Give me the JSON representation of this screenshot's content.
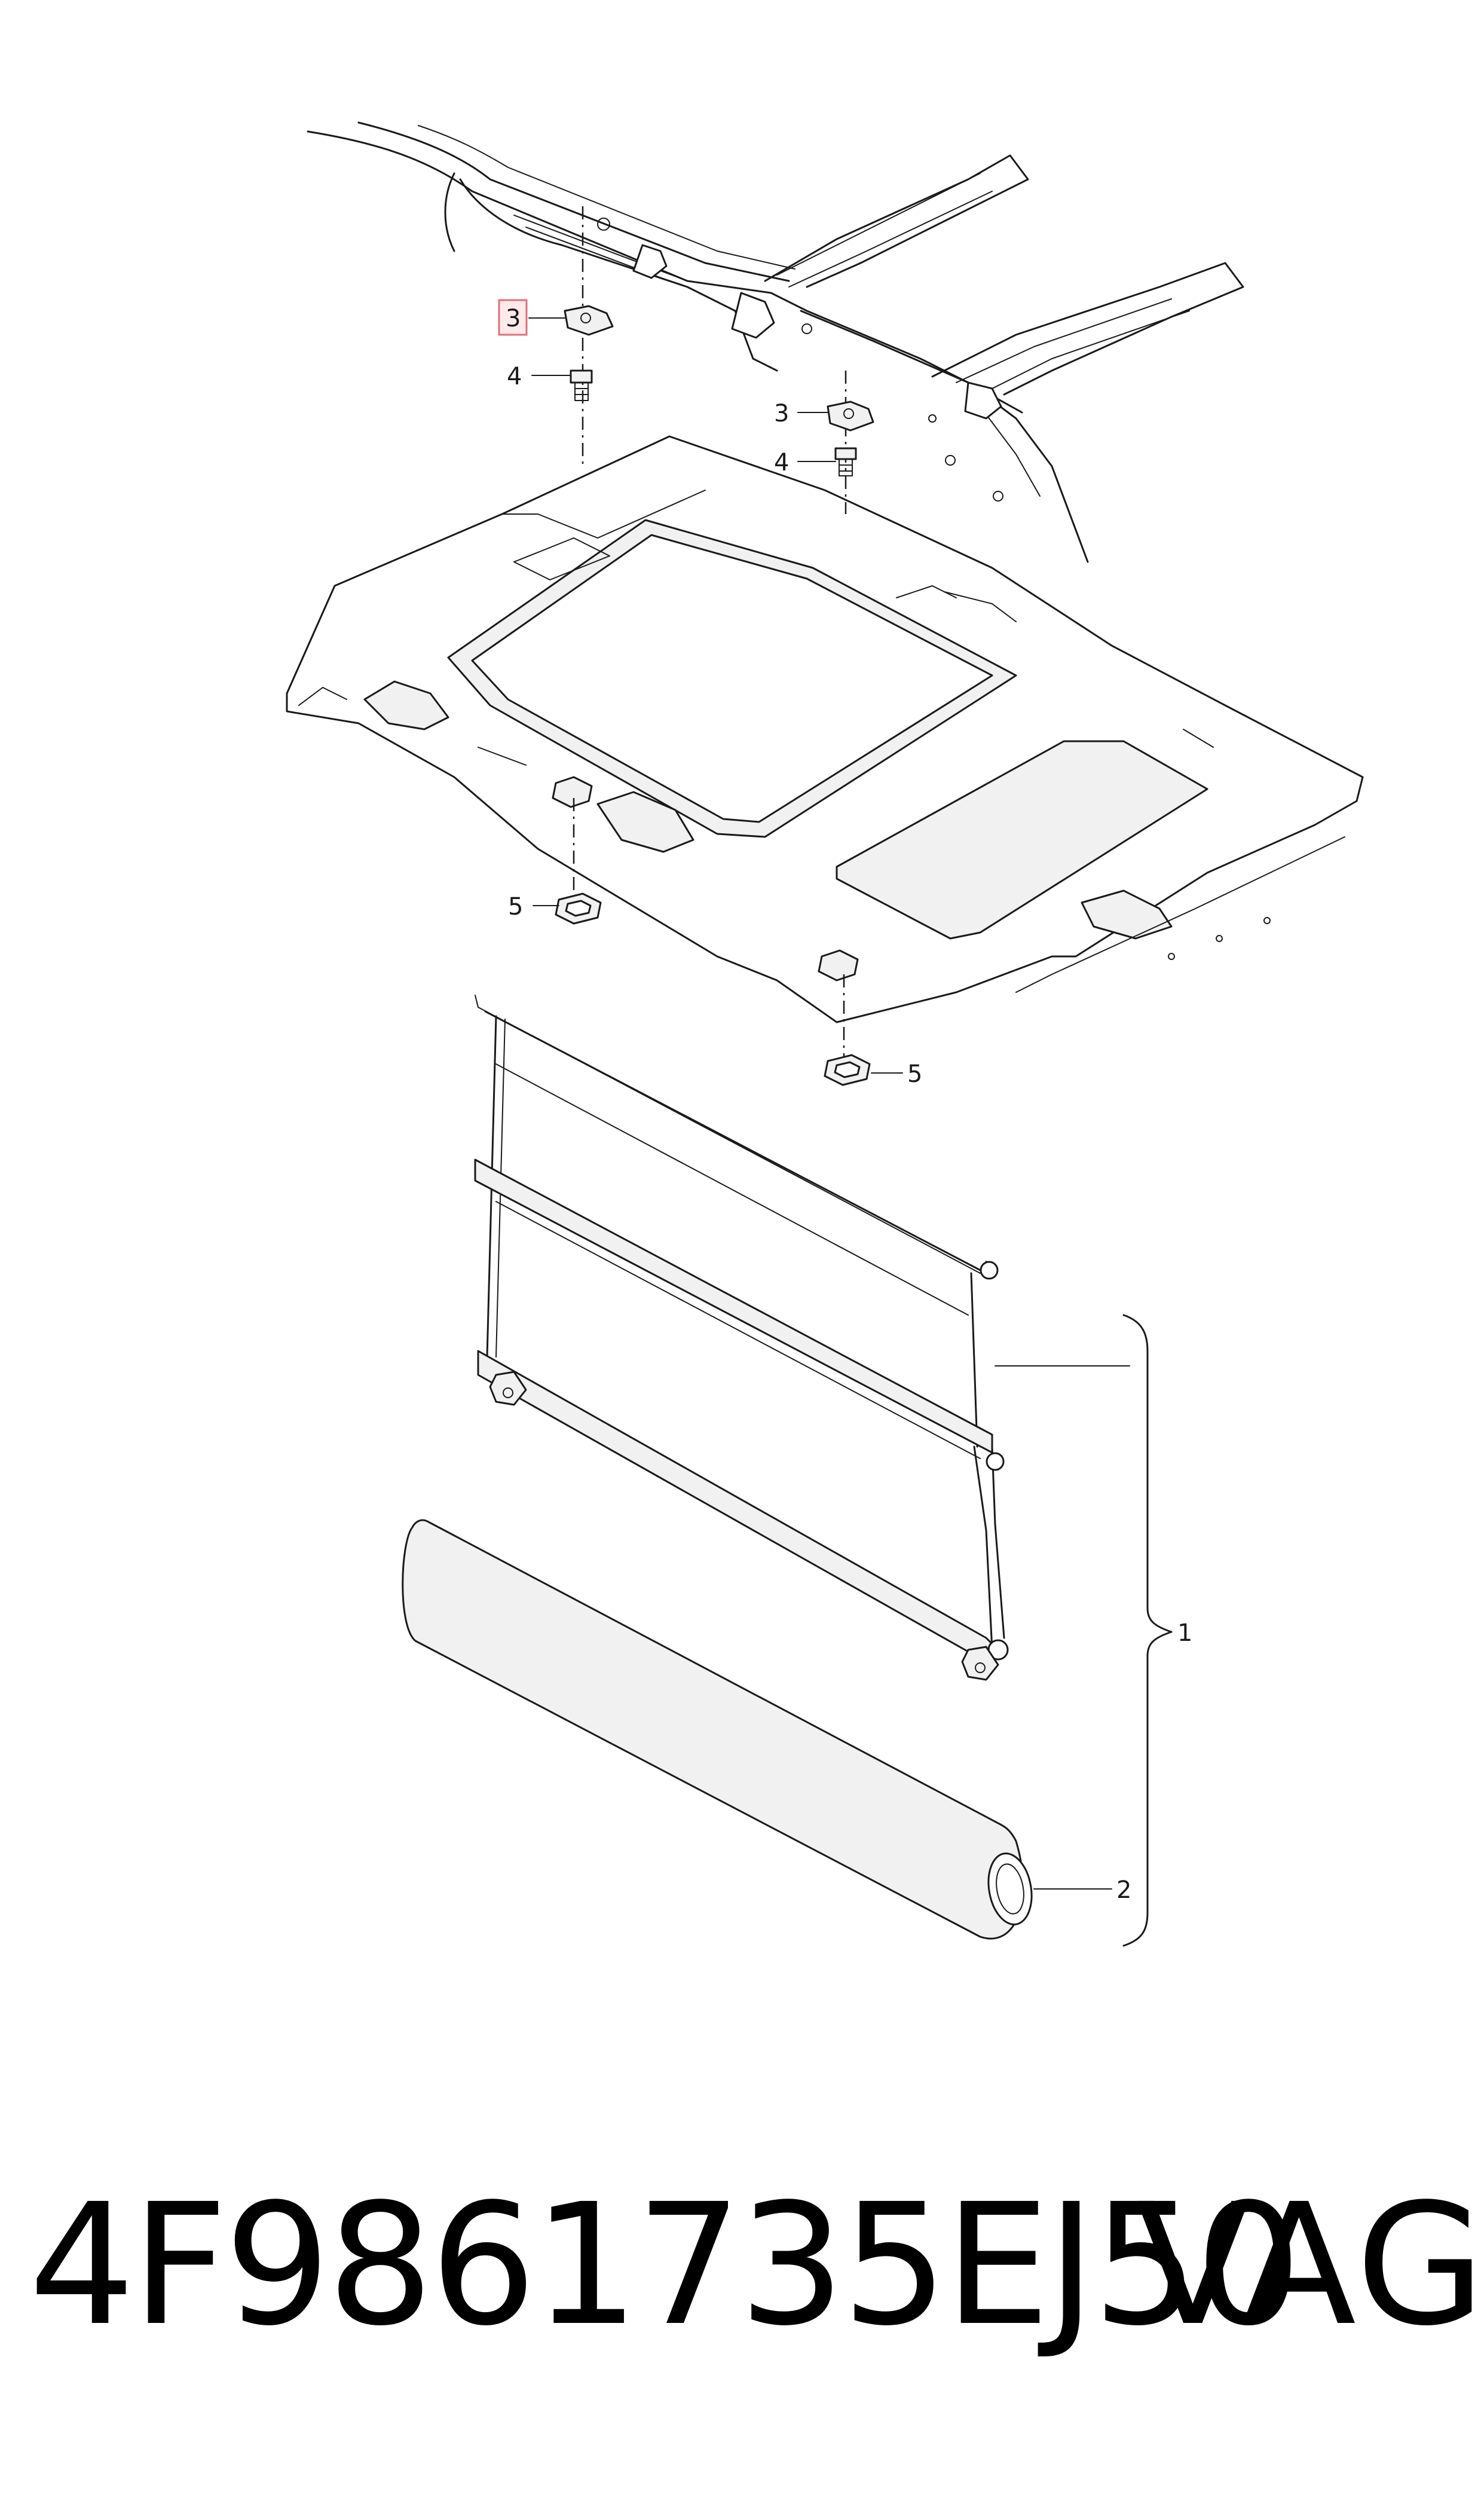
{
  "callouts": {
    "item_1": "1",
    "item_2": "2",
    "item_3_highlighted": "3",
    "item_3": "3",
    "item_4_left": "4",
    "item_4_right": "4",
    "item_5_left": "5",
    "item_5_right": "5"
  },
  "highlight_color": "#e0707a",
  "footer": {
    "part_number": "4F9861735EJ50",
    "brand": "VAG"
  }
}
